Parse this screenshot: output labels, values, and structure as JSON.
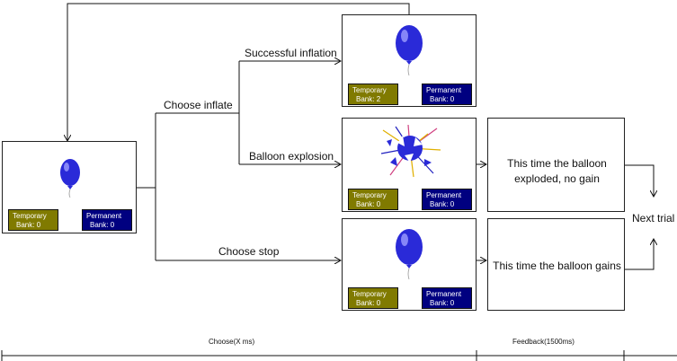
{
  "bank_labels": {
    "temporary": "Temporary",
    "permanent": "Permanent",
    "bank_prefix": "Bank:"
  },
  "panels": {
    "start": {
      "temporary": "0",
      "permanent": "0"
    },
    "inflate": {
      "temporary": "2",
      "permanent": "0"
    },
    "explode": {
      "temporary": "0",
      "permanent": "0"
    },
    "stop": {
      "temporary": "0",
      "permanent": "0"
    }
  },
  "branches": {
    "choose_inflate": "Choose inflate",
    "successful_inflation": "Successful inflation",
    "balloon_explosion": "Balloon explosion",
    "choose_stop": "Choose stop"
  },
  "feedback": {
    "exploded": "This time the balloon exploded, no gain",
    "gains": "This time the balloon gains"
  },
  "next_trial": "Next trial",
  "timeline": {
    "choose": "Choose(X ms)",
    "feedback": "Feedback(1500ms)"
  },
  "colors": {
    "temporary_bank": "#807a00",
    "permanent_bank": "#000080",
    "balloon": "#2a2ad8"
  }
}
